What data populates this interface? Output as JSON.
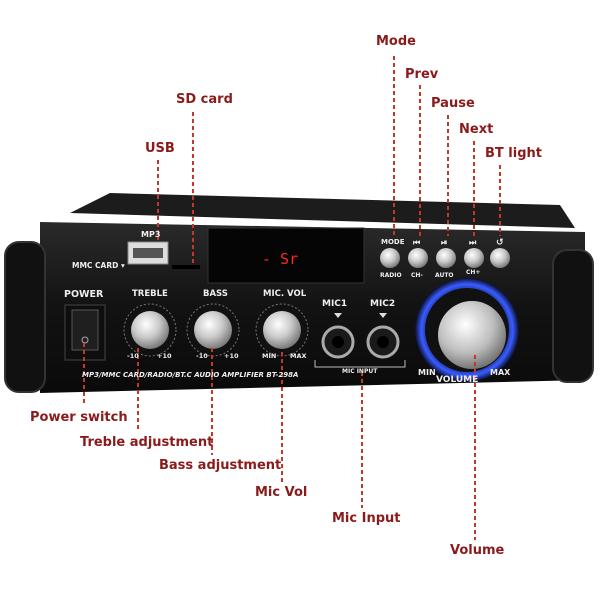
{
  "callouts": {
    "mode": "Mode",
    "prev": "Prev",
    "pause": "Pause",
    "next": "Next",
    "bt_light": "BT light",
    "sd_card": "SD card",
    "usb": "USB",
    "power_switch": "Power switch",
    "treble_adjustment": "Treble adjustment",
    "bass_adjustment": "Bass adjustment",
    "mic_vol": "Mic Vol",
    "mic_input": "Mic Input",
    "volume": "Volume"
  },
  "panel": {
    "mp3": "MP3",
    "mmc_card": "MMC CARD ▾",
    "power": "POWER",
    "treble": "TREBLE",
    "bass": "BASS",
    "mic_vol": "MIC. VOL",
    "mic1": "MIC1",
    "mic2": "MIC2",
    "mic_input": "MIC INPUT",
    "minus10_a": "-10",
    "plus10_a": "+10",
    "minus10_b": "-10",
    "plus10_b": "+10",
    "min_small": "MIN",
    "max_small": "MAX",
    "volume": "VOLUME",
    "vol_min": "MIN",
    "vol_max": "MAX",
    "bottom_line": "MP3/MMC CARD/RADIO/BT.C AUDIO AMPLIFIER BT-298A",
    "display": "- Sr",
    "mode": "MODE",
    "radio": "RADIO",
    "ch_minus": "CH-",
    "auto": "AUTO",
    "ch_plus": "CH+",
    "prev_glyph": "⏮",
    "play_glyph": "⏯",
    "next_glyph": "⏭",
    "bt_glyph": "↺"
  },
  "colors": {
    "callout": "#8b1a1a",
    "leader": "#c0392b",
    "display": "#ff2a1a",
    "volume_ring": "#3a5cff"
  }
}
